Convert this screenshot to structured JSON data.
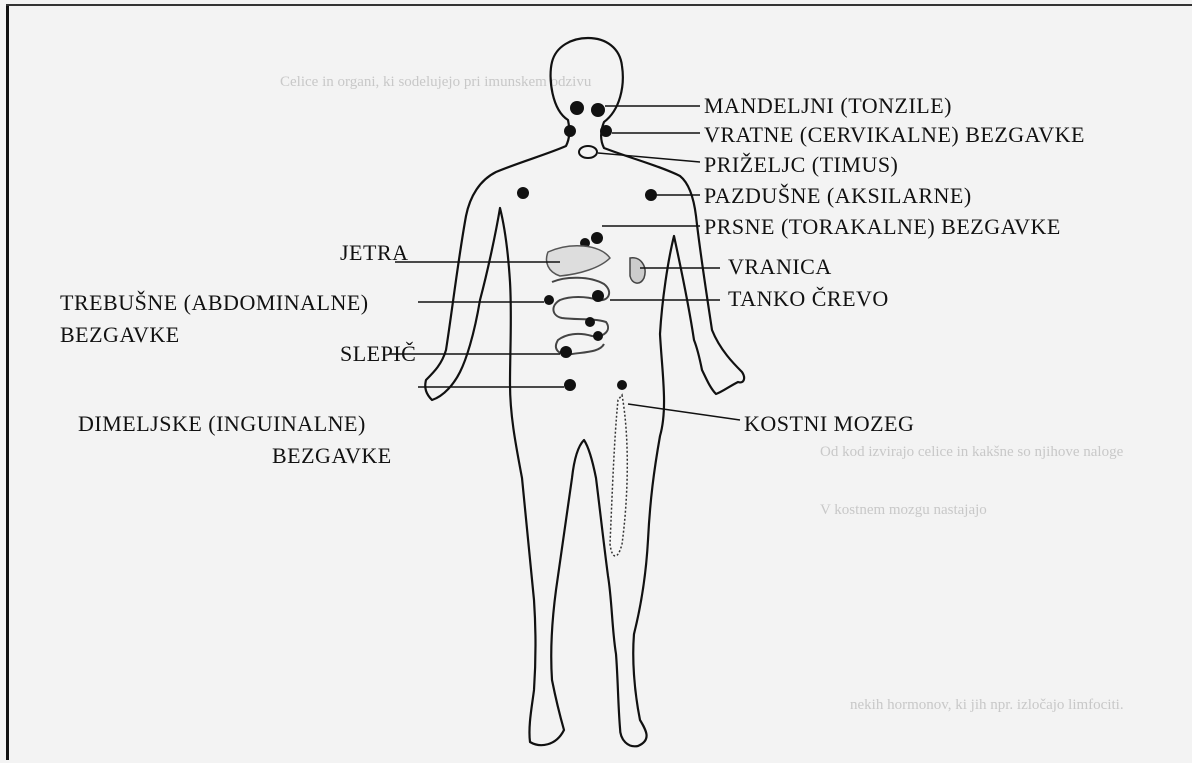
{
  "colors": {
    "ink": "#111111",
    "paper": "#f3f3f3",
    "bleed": "#c8c8c8"
  },
  "labels": {
    "mandeljni": "MANDELJNI (TONZILE)",
    "vratne": "VRATNE (CERVIKALNE) BEZGAVKE",
    "prizeljc": "PRIŽELJC (TIMUS)",
    "pazdusne": "PAZDUŠNE (AKSILARNE)",
    "prsne": "PRSNE (TORAKALNE) BEZGAVKE",
    "jetra": "JETRA",
    "vranica": "VRANICA",
    "trebusne_1": "TREBUŠNE (ABDOMINALNE)",
    "trebusne_2": "BEZGAVKE",
    "tanko_crevo": "TANKO ČREVO",
    "slepic": "SLEPIČ",
    "dimeljske_1": "DIMELJSKE (INGUINALNE)",
    "dimeljske_2": "BEZGAVKE",
    "kostni_mozeg": "KOSTNI MOZEG"
  },
  "bleed_text": {
    "l1": "Celice in organi, ki sodelujejo pri imunskem odzivu",
    "l2": "Od kod izvirajo celice in kakšne so njihove naloge",
    "l3": "V kostnem mozgu nastajajo",
    "l4": "nekih hormonov, ki jih npr. izločajo limfociti."
  }
}
